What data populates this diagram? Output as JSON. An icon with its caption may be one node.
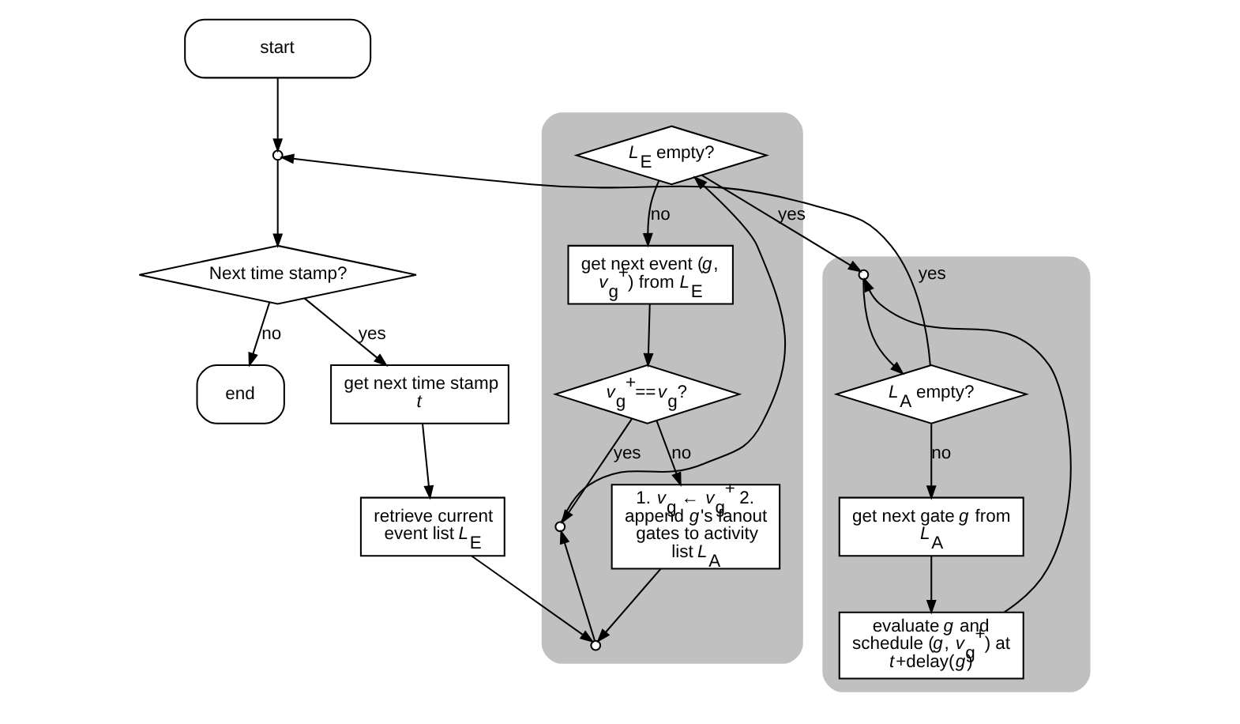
{
  "diagram": {
    "nodes": [
      {
        "text": [
          "start"
        ]
      },
      {
        "text": [],
        "shape": "circle"
      },
      {
        "text": [
          "Next time stamp?"
        ]
      },
      {
        "text": [
          "end"
        ]
      },
      {
        "text": [
          "get next time stamp *t*"
        ]
      },
      {
        "text": [
          "retrieve current event list *L*$_{E}$"
        ]
      },
      {
        "text": [],
        "shape": "box"
      },
      {
        "text": [
          "*L*$_{E}$ empty?"
        ],
        "in": 6
      },
      {
        "text": [
          "get next event (*g*, *v*$_{g}$$^{+}$) from *L*$_{E}$"
        ],
        "in": 6
      },
      {
        "text": [
          "*v*$_{g}$$^{+}$==*v*$_{g}$?"
        ],
        "in": 6
      },
      {
        "text": [],
        "shape": "circle",
        "in": 6
      },
      {
        "text": [
          "1. *v*$_{g}$ ← *v*$_{g}$$^{+}$ 2. append *g*'s fanout gates to activity list *L*$_{A}$"
        ],
        "in": 6
      },
      {
        "text": [],
        "shape": "circle",
        "in": 6
      },
      {
        "text": [],
        "shape": "box"
      },
      {
        "text": [],
        "shape": "circle",
        "in": 13
      },
      {
        "text": [
          "*L*$_{A}$ empty?"
        ],
        "in": 13
      },
      {
        "text": [
          "get next gate *g* from *L*$_{A}$"
        ],
        "in": 13
      },
      {
        "text": [
          "evaluate *g* and schedule (*g*, *v*$_{g}$$^{+}$) at *t*+delay(*g*)"
        ],
        "in": 13
      }
    ],
    "edges": [
      {
        "from": 0,
        "to": 1,
        "arrow": "to"
      },
      {
        "from": 1,
        "to": 2,
        "arrow": "to"
      },
      {
        "from": 2,
        "to": 3,
        "arrow": "to",
        "label": "no"
      },
      {
        "from": 2,
        "to": 4,
        "arrow": "to",
        "label": "yes"
      },
      {
        "from": 4,
        "to": 5,
        "arrow": "to"
      },
      {
        "from": 5,
        "to": 12,
        "arrow": "to"
      },
      {
        "from": 11,
        "to": 12,
        "arrow": "to"
      },
      {
        "from": 12,
        "to": 10,
        "arrow": "to"
      },
      {
        "from": 9,
        "to": 10,
        "arrow": "to",
        "label": "yes"
      },
      {
        "from": 10,
        "to": 7,
        "arrow": "to"
      },
      {
        "from": 7,
        "to": 8,
        "arrow": "to",
        "label": "no"
      },
      {
        "from": 8,
        "to": 9,
        "arrow": "to"
      },
      {
        "from": 9,
        "to": 11,
        "arrow": "to",
        "label": "no"
      },
      {
        "from": 7,
        "to": 14,
        "arrow": "to",
        "label": "yes"
      },
      {
        "from": 17,
        "to": 14,
        "arrow": "to"
      },
      {
        "from": 14,
        "to": 15,
        "arrow": "to"
      },
      {
        "from": 15,
        "to": 1,
        "arrow": "to",
        "label": "yes"
      },
      {
        "from": 15,
        "to": 16,
        "arrow": "to",
        "label": "no"
      },
      {
        "from": 16,
        "to": 17,
        "arrow": "to"
      }
    ]
  }
}
